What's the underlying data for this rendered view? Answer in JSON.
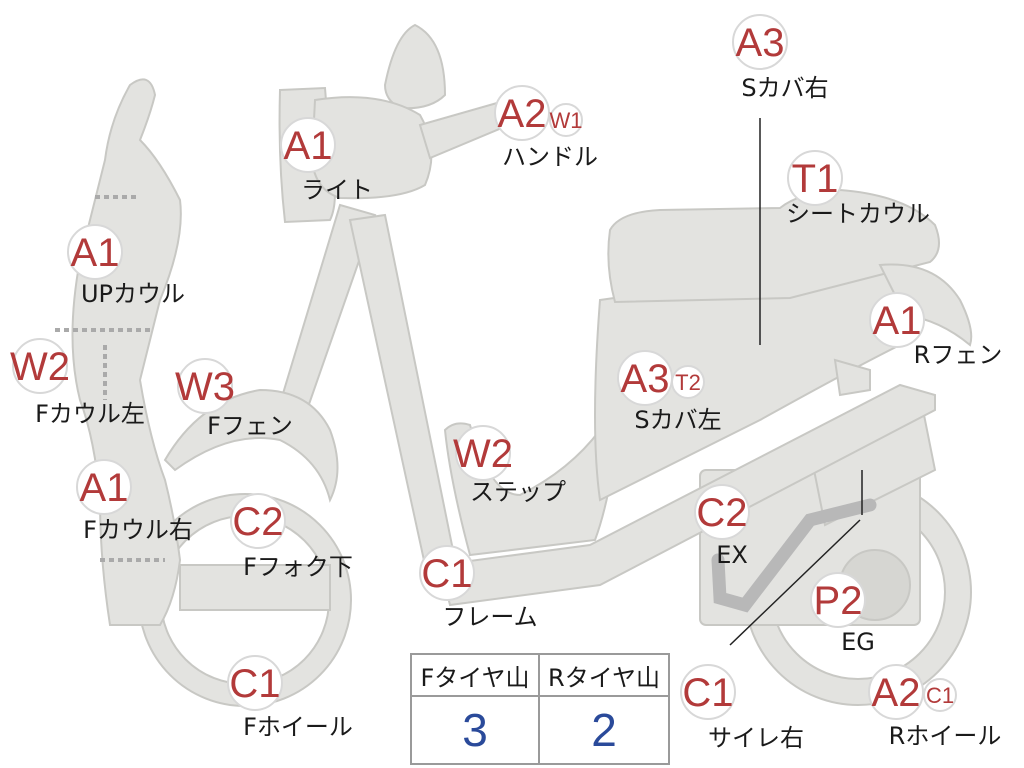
{
  "colors": {
    "part_fill": "#e3e3e0",
    "part_stroke": "#c8c8c4",
    "grade_text": "#b23a3a",
    "value_text": "#2a4a9a"
  },
  "parts": [
    {
      "id": "light",
      "grade": "A1",
      "label": "ライト"
    },
    {
      "id": "handle",
      "grade": "A2",
      "sub": "W1",
      "label": "ハンドル"
    },
    {
      "id": "s-cover-right",
      "grade": "A3",
      "label": "Sカバ右"
    },
    {
      "id": "seat-cowl",
      "grade": "T1",
      "label": "シートカウル"
    },
    {
      "id": "up-cowl",
      "grade": "A1",
      "label": "UPカウル"
    },
    {
      "id": "f-cowl-left",
      "grade": "W2",
      "label": "Fカウル左"
    },
    {
      "id": "f-fender",
      "grade": "W3",
      "label": "Fフェン"
    },
    {
      "id": "r-fender",
      "grade": "A1",
      "label": "Rフェン"
    },
    {
      "id": "s-cover-left",
      "grade": "A3",
      "sub": "T2",
      "label": "Sカバ左"
    },
    {
      "id": "step",
      "grade": "W2",
      "label": "ステップ"
    },
    {
      "id": "f-cowl-right",
      "grade": "A1",
      "label": "Fカウル右"
    },
    {
      "id": "f-fork-lower",
      "grade": "C2",
      "label": "Fフォク下"
    },
    {
      "id": "ex",
      "grade": "C2",
      "label": "EX"
    },
    {
      "id": "frame",
      "grade": "C1",
      "label": "フレーム"
    },
    {
      "id": "eg",
      "grade": "P2",
      "label": "EG"
    },
    {
      "id": "f-wheel",
      "grade": "C1",
      "label": "Fホイール"
    },
    {
      "id": "silencer-right",
      "grade": "C1",
      "label": "サイレ右"
    },
    {
      "id": "r-wheel",
      "grade": "A2",
      "sub": "C1",
      "label": "Rホイール"
    }
  ],
  "tire_table": {
    "front_header": "Fタイヤ山",
    "rear_header": "Rタイヤ山",
    "front_value": "3",
    "rear_value": "2"
  }
}
